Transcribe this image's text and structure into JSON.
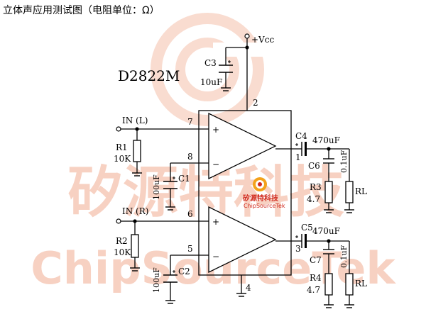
{
  "title": "立体声应用测试图（电阻单位：Ω）",
  "part_number": "D2822M",
  "supply_label": "+Vcc",
  "watermark": {
    "cn": "矽源特科技",
    "en": "ChipSourceTek",
    "color": "#f6c9b8"
  },
  "logo": {
    "cn": "矽源特科技",
    "en": "ChipSourceTek",
    "color": "#d0281c"
  },
  "pins": {
    "p1": "1",
    "p2": "2",
    "p3": "3",
    "p4": "4",
    "p5": "5",
    "p6": "6",
    "p7": "7",
    "p8": "8"
  },
  "opamp_symbols": {
    "plus": "+",
    "minus": "−"
  },
  "inputs": {
    "left": "IN (L)",
    "right": "IN (R)"
  },
  "components": {
    "c3": {
      "name": "C3",
      "value": "10uF"
    },
    "r1": {
      "name": "R1",
      "value": "10K"
    },
    "c1": {
      "name": "C1",
      "value": "100uF"
    },
    "r2": {
      "name": "R2",
      "value": "10K"
    },
    "c2": {
      "name": "C2",
      "value": "100uF"
    },
    "c4": {
      "name": "C4",
      "value": "470uF"
    },
    "c6": {
      "name": "C6",
      "value": "0.1uF"
    },
    "r3": {
      "name": "R3",
      "value": "4.7"
    },
    "rl_top": {
      "name": "RL"
    },
    "c5": {
      "name": "C5",
      "value": "470uF"
    },
    "c7": {
      "name": "C7",
      "value": "0.1uF"
    },
    "r4": {
      "name": "R4",
      "value": "4.7"
    },
    "rl_bottom": {
      "name": "RL"
    }
  }
}
